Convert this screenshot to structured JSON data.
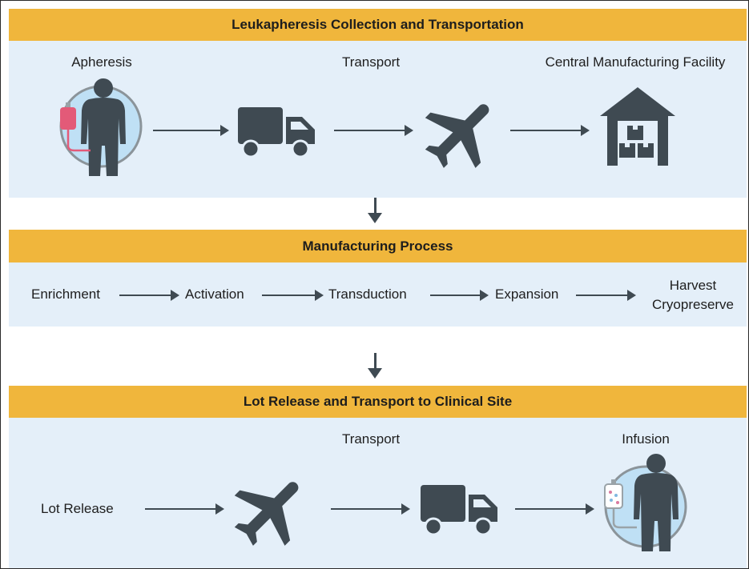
{
  "colors": {
    "band": "#f0b63c",
    "panel": "#e4eff9",
    "icon": "#3f4a52",
    "blood": "#e35a78"
  },
  "section1": {
    "title": "Leukapheresis Collection and Transportation",
    "steps": [
      "Apheresis",
      "Transport",
      "Central Manufacturing Facility"
    ],
    "icons": [
      "patient-apheresis-icon",
      "truck-icon",
      "airplane-icon",
      "warehouse-icon"
    ]
  },
  "section2": {
    "title": "Manufacturing Process",
    "steps": [
      "Enrichment",
      "Activation",
      "Transduction",
      "Expansion",
      "Harvest",
      "Cryopreserve"
    ]
  },
  "section3": {
    "title": "Lot Release and Transport to Clinical Site",
    "steps": [
      "Lot Release",
      "Transport",
      "Infusion"
    ],
    "icons": [
      "airplane-icon",
      "truck-icon",
      "patient-infusion-icon"
    ]
  }
}
